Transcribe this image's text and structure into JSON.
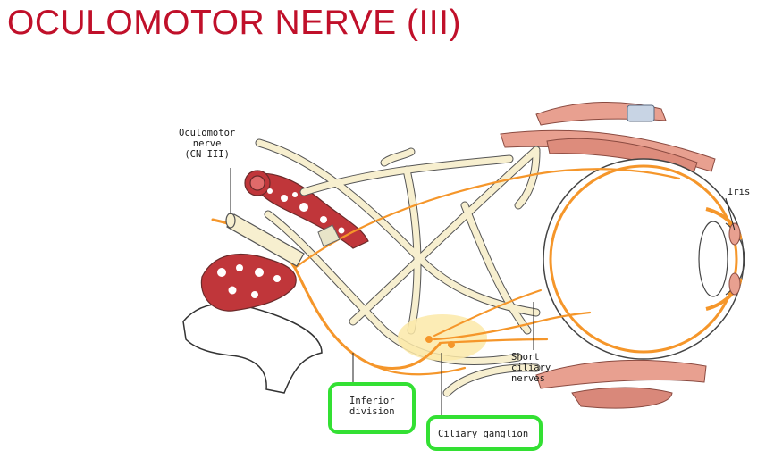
{
  "title": "OCULOMOTOR NERVE (III)",
  "labels": {
    "oculomotor": "Oculomotor\nnerve\n(CN III)",
    "iris": "Iris",
    "short_ciliary": "Short\nciliary\nnerves",
    "inferior_division": "Inferior\ndivision",
    "ciliary_ganglion": "Ciliary ganglion"
  },
  "colors": {
    "title": "#c0102a",
    "nerve": "#f5962a",
    "highlight": "#33e033",
    "artery": "#c0363a",
    "muscle": "#e8a090"
  },
  "highlighted": [
    "Inferior division",
    "Ciliary ganglion"
  ]
}
